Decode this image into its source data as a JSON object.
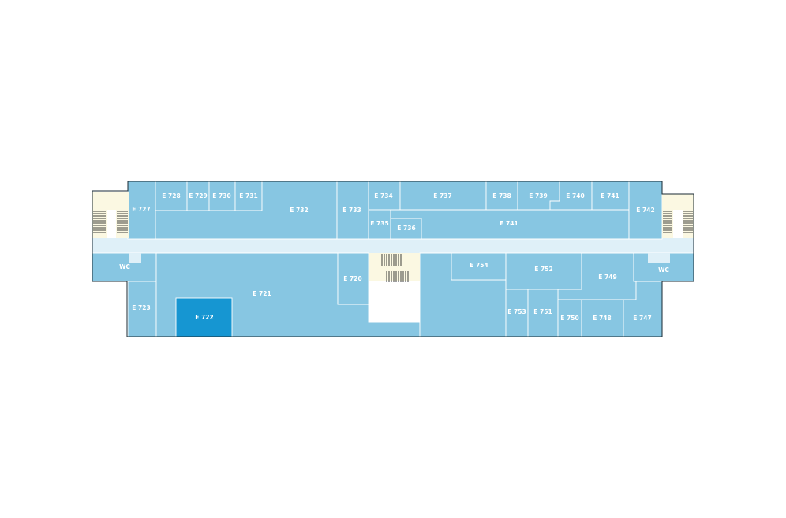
{
  "map": {
    "selected_room": "E 722",
    "colors": {
      "room": "#87c6e2",
      "room_selected": "#1696d2",
      "corridor": "#dff0f8",
      "stairs": "#fbf8e2",
      "outline": "#1a2a33"
    },
    "rooms": {
      "e727": "E 727",
      "e728": "E 728",
      "e729": "E 729",
      "e730": "E 730",
      "e731": "E 731",
      "e732": "E 732",
      "e733": "E 733",
      "e734": "E 734",
      "e735": "E 735",
      "e736": "E 736",
      "e737": "E 737",
      "e738": "E 738",
      "e739": "E 739",
      "e740": "E 740",
      "e741a": "E 741",
      "e741b": "E 741",
      "e742": "E 742",
      "wc_left": "WC",
      "wc_right": "WC",
      "e720": "E 720",
      "e721": "E 721",
      "e722": "E 722",
      "e723": "E 723",
      "e754": "E 754",
      "e752": "E 752",
      "e749": "E 749",
      "e753": "E 753",
      "e751": "E 751",
      "e750": "E 750",
      "e748": "E 748",
      "e747": "E 747"
    }
  }
}
